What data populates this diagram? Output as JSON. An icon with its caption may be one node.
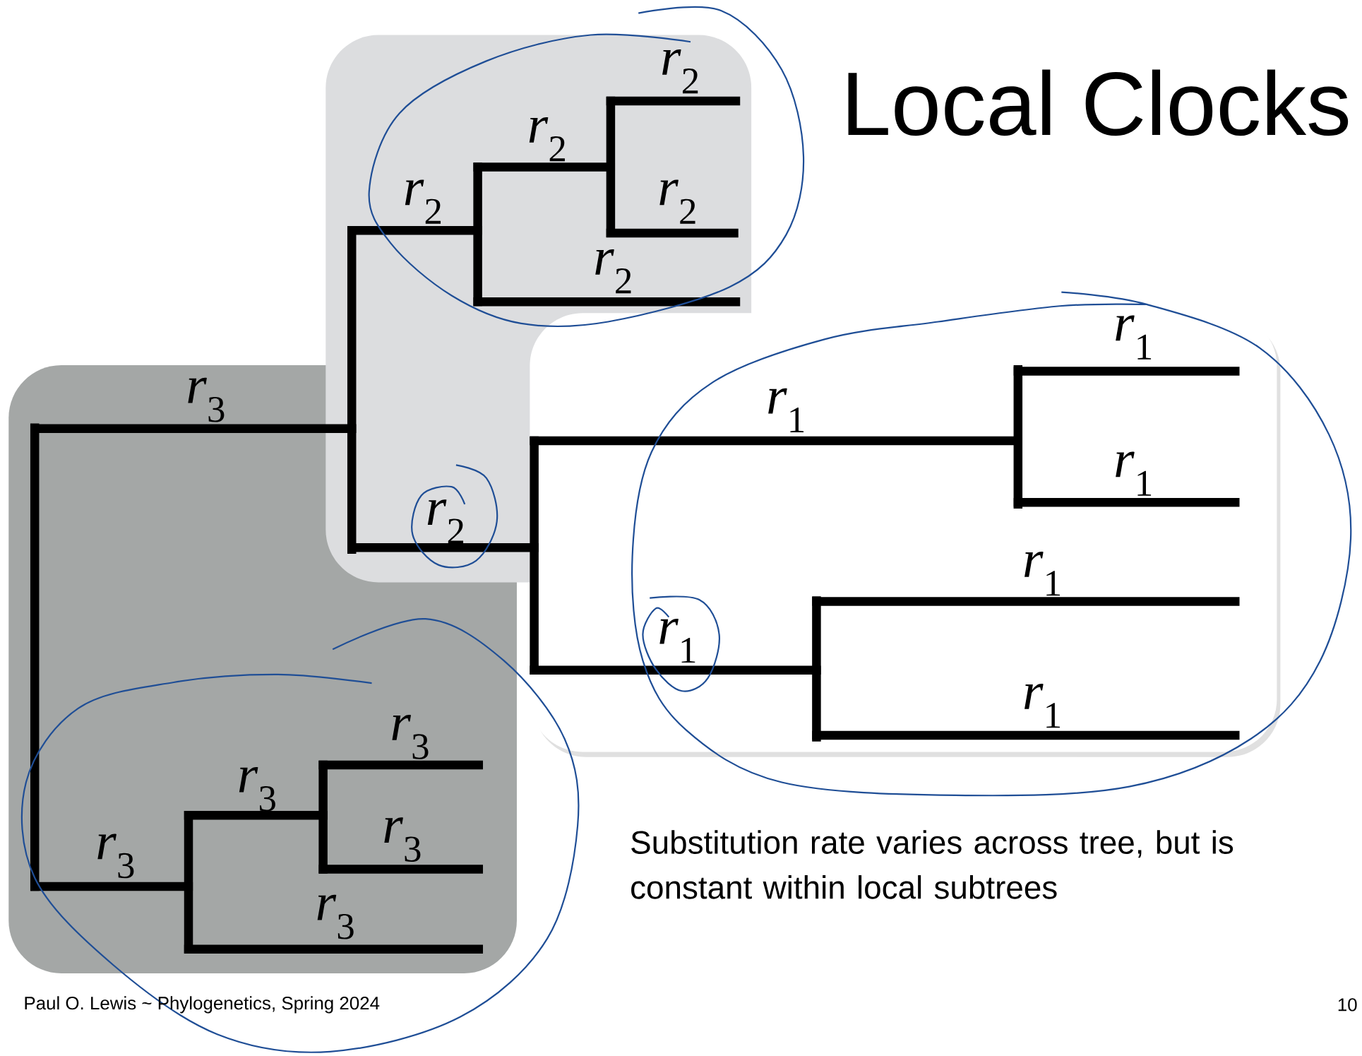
{
  "diagram": {
    "title": "Local Clocks",
    "caption": "Substitution rate varies across tree, but is constant within local subtrees",
    "nodes": [
      {
        "text": [
          "*r*$_{2}$",
          "*r*$_{2}$",
          "*r*$_{2}$",
          "*r*$_{2}$",
          "*r*$_{2}$",
          "*r*$_{2}$"
        ]
      },
      {
        "text": [
          "*r*$_{1}$",
          "*r*$_{1}$",
          "*r*$_{1}$",
          "*r*$_{1}$",
          "*r*$_{1}$",
          "*r*$_{1}$"
        ]
      },
      {
        "text": [
          "*r*$_{3}$",
          "*r*$_{3}$",
          "*r*$_{3}$",
          "*r*$_{3}$",
          "*r*$_{3}$",
          "*r*$_{3}$"
        ]
      }
    ],
    "labels": [
      "Paul O. Lewis ~ Phylogenetics, Spring 2024",
      "10"
    ]
  }
}
